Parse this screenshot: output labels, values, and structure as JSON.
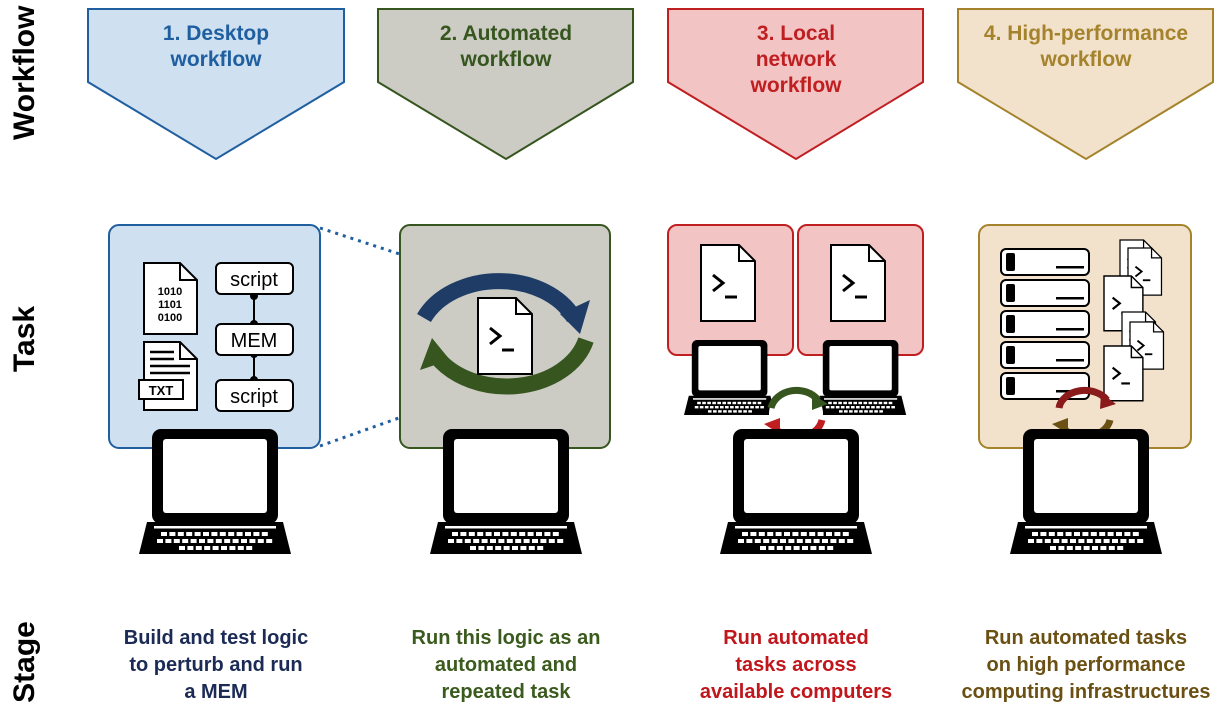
{
  "row_labels": {
    "workflow": "Workflow",
    "task": "Task",
    "stage": "Stage"
  },
  "colors": {
    "desktop": "#1f5fa0",
    "desktop_fill": "#cfe0f1",
    "automated": "#37561f",
    "automated_fill": "#ccccc4",
    "local": "#c01f22",
    "local_fill": "#f2c4c4",
    "hpc": "#a5832c",
    "hpc_fill": "#f2e2cc",
    "dark_blue_text": "#1b2b55",
    "green_text": "#3b5a1d",
    "red_text": "#c0161c",
    "brown_text": "#6b5014"
  },
  "workflows": [
    {
      "title": "1. Desktop\nworkflow",
      "stage": "Build and test logic\nto perturb and run\na MEM"
    },
    {
      "title": "2. Automated\nworkflow",
      "stage": "Run this logic as an\nautomated and\nrepeated task"
    },
    {
      "title": "3. Local\nnetwork\nworkflow",
      "stage": "Run automated\ntasks across\navailable computers"
    },
    {
      "title": "4. High-performance\nworkflow",
      "stage": "Run automated tasks\non high performance\ncomputing infrastructures"
    }
  ],
  "desktop_task": {
    "binary_lines": [
      "1010",
      "1101",
      "0100"
    ],
    "txt_label": "TXT",
    "script_top": "script",
    "mem": "MEM",
    "script_bottom": "script"
  },
  "icons": [
    "laptop-icon",
    "script-file-icon",
    "binary-file-icon",
    "text-file-icon",
    "cycle-arrows-icon",
    "server-rack-icon"
  ]
}
